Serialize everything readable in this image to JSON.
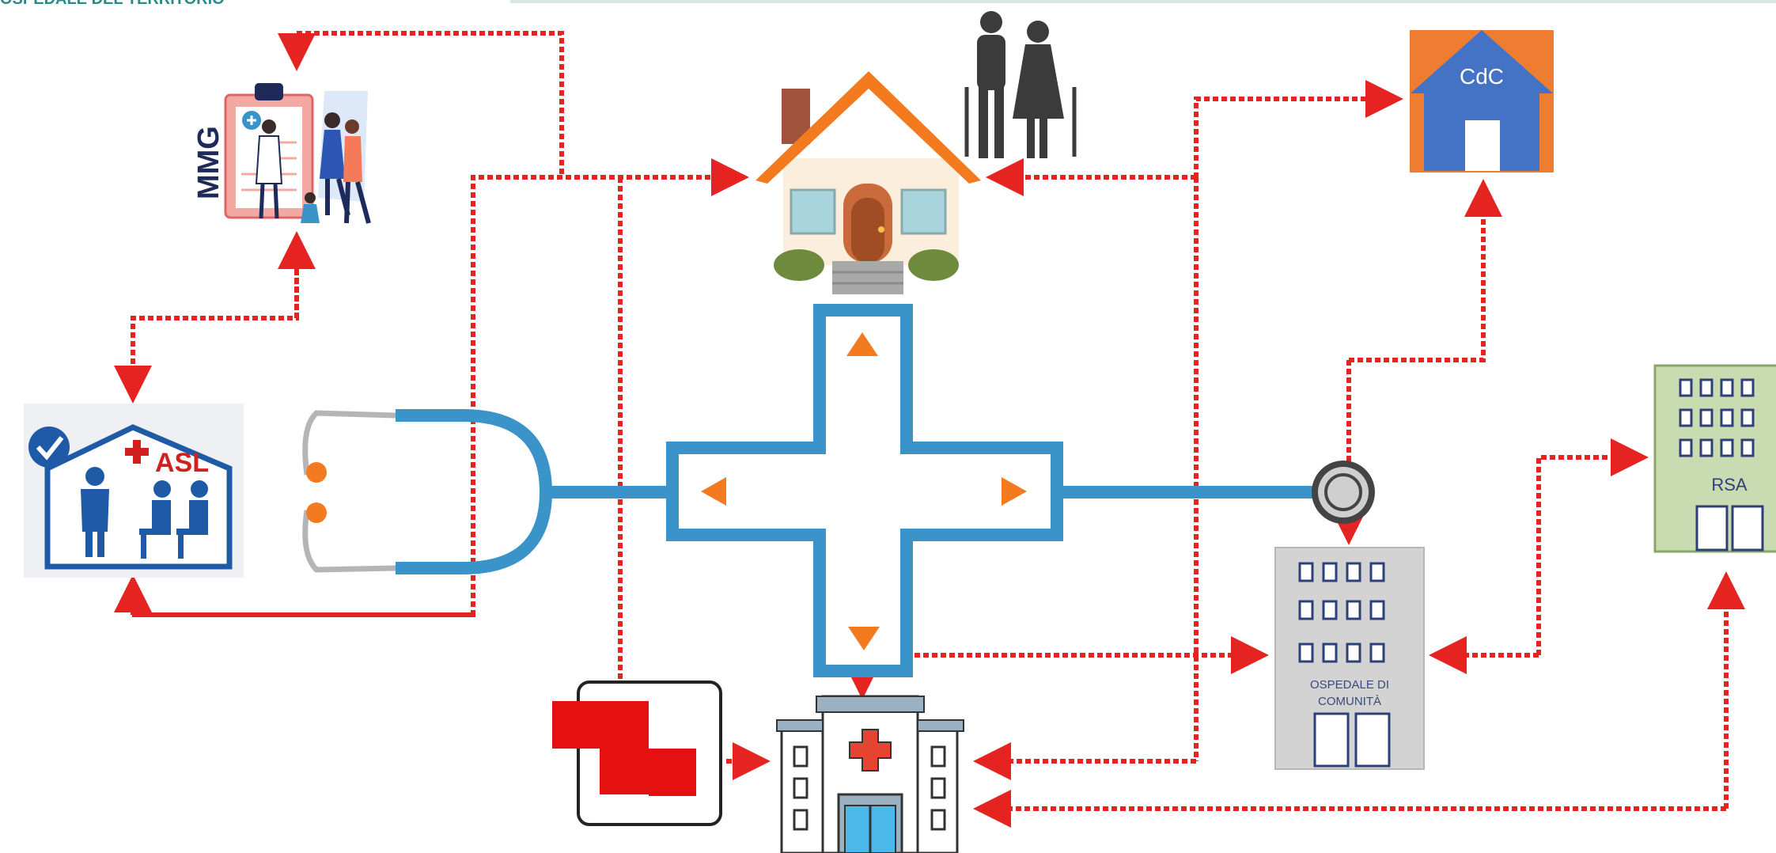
{
  "header": {
    "title": "OSPEDALE DEL TERRITORIO"
  },
  "nodes": {
    "mmg": {
      "label": "MMG"
    },
    "asl": {
      "label": "ASL"
    },
    "cdc": {
      "label": "CdC"
    },
    "ospedale_comunita": {
      "label_line1": "OSPEDALE DI",
      "label_line2": "COMUNITÀ"
    },
    "rsa": {
      "label": "RSA"
    }
  },
  "colors": {
    "connector": "#e52421",
    "stethoscope": "#3b94c9",
    "orange": "#f47a20",
    "asl_blue": "#1f5aa6",
    "mmg_navy": "#1e2a5a",
    "cdc_orange": "#ee7d31",
    "cdc_blue": "#4472c4",
    "building_gray": "#d0d0d0",
    "rsa_green": "#c9dbb0"
  }
}
